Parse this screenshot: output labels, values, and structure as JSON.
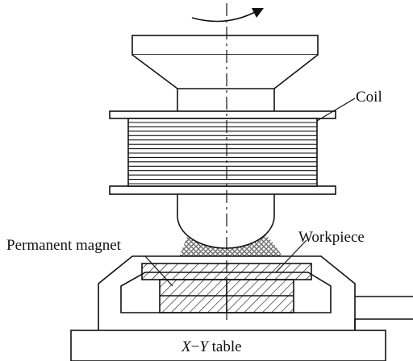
{
  "labels": {
    "coil": "Coil",
    "workpiece": "Workpiece",
    "permanent_magnet": "Permanent magnet",
    "table_x": "X",
    "table_dash": "−",
    "table_y": "Y",
    "table_suffix": " table"
  },
  "colors": {
    "stroke": "#111111",
    "background": "#ffffff",
    "particle": "#555555"
  },
  "icons": {
    "rotation": "rotation-arrow-icon"
  }
}
